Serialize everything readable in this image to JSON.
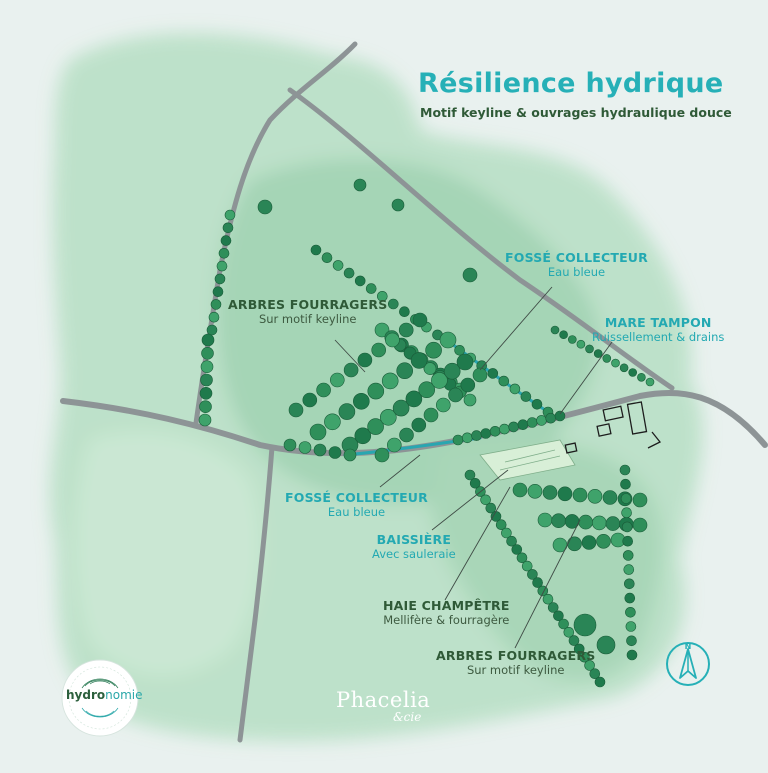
{
  "header": {
    "title": "Résilience hydrique",
    "subtitle": "Motif keyline & ouvrages hydraulique douce"
  },
  "labels": [
    {
      "id": "arbres-fourragers-1",
      "title": "ARBRES FOURRAGERS",
      "sub": "Sur motif keyline",
      "tone": "green"
    },
    {
      "id": "fosse-collecteur-1",
      "title": "FOSSÉ COLLECTEUR",
      "sub": "Eau bleue",
      "tone": "teal"
    },
    {
      "id": "mare-tampon",
      "title": "MARE TAMPON",
      "sub": "Ruissellement & drains",
      "tone": "teal"
    },
    {
      "id": "fosse-collecteur-2",
      "title": "FOSSÉ COLLECTEUR",
      "sub": "Eau bleue",
      "tone": "teal"
    },
    {
      "id": "baissiere",
      "title": "BAISSIÈRE",
      "sub": "Avec sauleraie",
      "tone": "teal"
    },
    {
      "id": "haie-champetre",
      "title": "HAIE CHAMPÊTRE",
      "sub": "Mellifère & fourragère",
      "tone": "green"
    },
    {
      "id": "arbres-fourragers-2",
      "title": "ARBRES FOURRAGERS",
      "sub": "Sur motif keyline",
      "tone": "green"
    }
  ],
  "branding": {
    "logo_part1": "hydro",
    "logo_part2": "nomie",
    "brand_name": "Phacelia",
    "brand_suffix": "&cie",
    "compass_letter": "N"
  },
  "colors": {
    "background": "#e9f1ef",
    "vegetation": "#a9d7b8",
    "trees": "#2f8f5a",
    "roads": "#8d9496",
    "water": "#29a6b0",
    "accent": "#26b0b7",
    "text_green": "#2f5a37"
  }
}
